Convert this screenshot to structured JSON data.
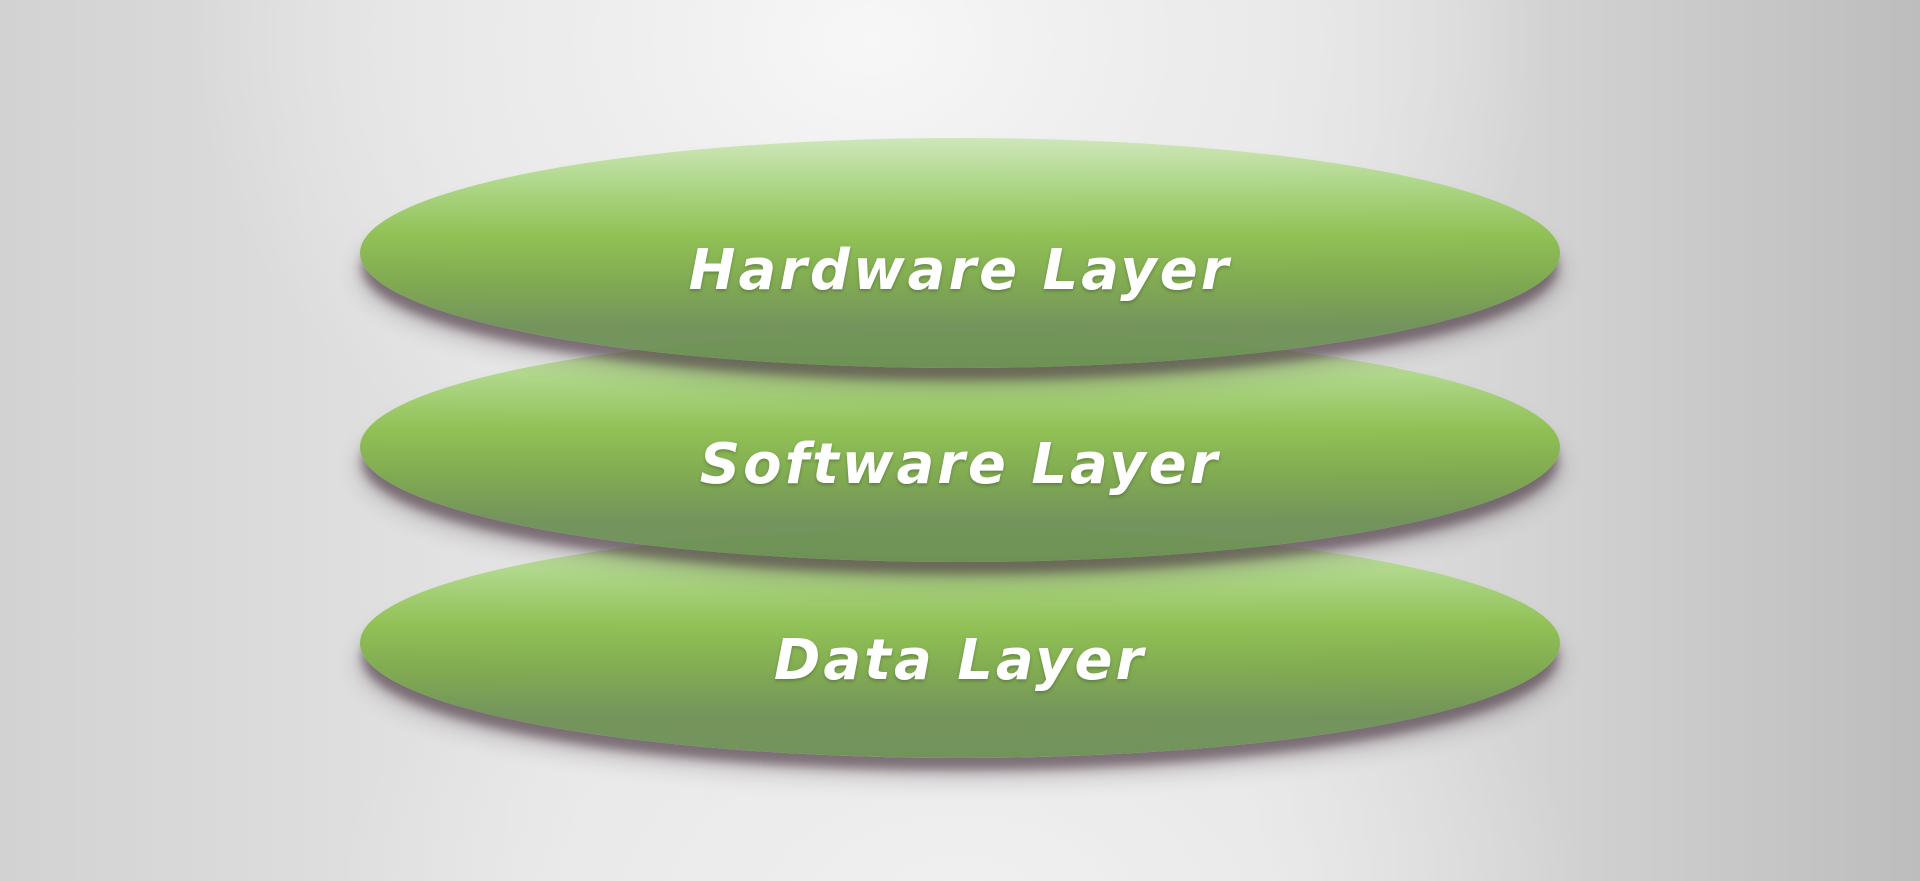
{
  "diagram": {
    "layers": [
      {
        "label": "Hardware Layer"
      },
      {
        "label": "Software Layer"
      },
      {
        "label": "Data Layer"
      }
    ],
    "colors": {
      "layer_fill": "#8dc150",
      "layer_highlight": "#cde6b9",
      "layer_shade": "#688c50",
      "label_text": "#ffffff",
      "background": "#e4e4e4"
    }
  }
}
